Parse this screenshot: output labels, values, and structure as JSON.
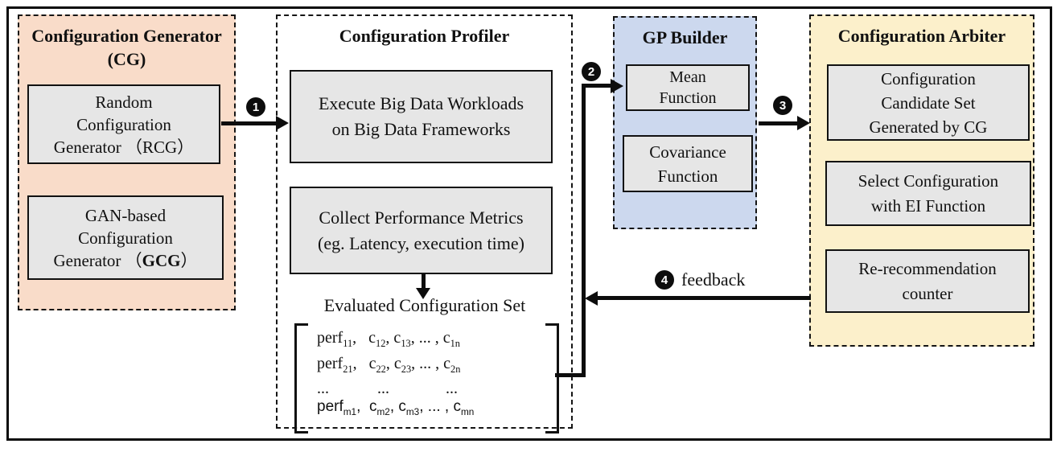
{
  "colors": {
    "cg_bg": "#f9dcc9",
    "gp_bg": "#ccd8ee",
    "arbiter_bg": "#fcf0cb",
    "box_bg": "#e6e6e6"
  },
  "cg": {
    "title": [
      "Configuration Generator",
      "(CG)"
    ],
    "rcg": [
      "Random",
      "Configuration",
      "Generator （RCG）"
    ],
    "gcg_lines": [
      "GAN-based",
      "Configuration"
    ],
    "gcg_line3": {
      "prefix": "Generator （",
      "bold": "GCG",
      "suffix": "）"
    }
  },
  "profiler": {
    "title": "Configuration Profiler",
    "execute": [
      "Execute Big Data Workloads",
      "on Big Data Frameworks"
    ],
    "collect": [
      "Collect Performance Metrics",
      "(eg. Latency, execution time)"
    ],
    "evaluated_label": "Evaluated Configuration Set",
    "matrix_rows": [
      "perf~11~,   c~12~, c~13~, ... , c~1n~",
      "perf~21~,   c~22~, c~23~, ... , c~2n~",
      "...            ...              ...",
      "perf~m1~,  c~m2~, c~m3~, ... , c~mn~"
    ]
  },
  "gp": {
    "title": "GP Builder",
    "mean": [
      "Mean",
      "Function"
    ],
    "covariance": [
      "Covariance",
      "Function"
    ]
  },
  "arbiter": {
    "title": "Configuration Arbiter",
    "candidate": [
      "Configuration",
      "Candidate Set",
      "Generated by CG"
    ],
    "select": [
      "Select Configuration",
      "with EI Function"
    ],
    "counter": [
      "Re-recommendation",
      "counter"
    ]
  },
  "arrows": {
    "step1": "1",
    "step2": "2",
    "step3": "3",
    "step4": "4",
    "feedback_label": "feedback"
  }
}
